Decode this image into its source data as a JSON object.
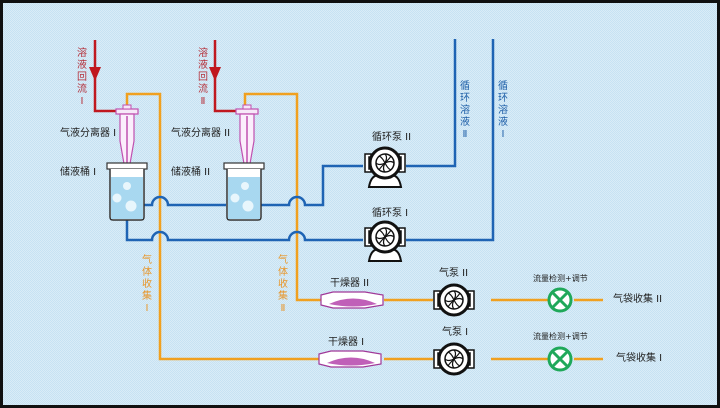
{
  "colors": {
    "background": "#c6e2f3",
    "reflux_line": "#c0181f",
    "liquid_line": "#1f64b4",
    "gas_line": "#f0a020",
    "separator": "#c050b0",
    "dryer_fill": "#c060b8",
    "flow_valve": "#1fa85a",
    "tank_liquid": "#a8d8f0"
  },
  "reflux": [
    {
      "id": "I",
      "text": "溶液回流Ⅰ"
    },
    {
      "id": "II",
      "text": "溶液回流Ⅱ"
    }
  ],
  "separators": [
    {
      "id": "I",
      "label": "气液分离器 I"
    },
    {
      "id": "II",
      "label": "气液分离器 II"
    }
  ],
  "tanks": [
    {
      "id": "I",
      "label": "储液桶 I"
    },
    {
      "id": "II",
      "label": "储液桶 II"
    }
  ],
  "circulation_pumps": [
    {
      "id": "II",
      "label": "循环泵 II"
    },
    {
      "id": "I",
      "label": "循环泵 I"
    }
  ],
  "circulation_solution": [
    {
      "id": "II",
      "text": "循环溶液Ⅱ"
    },
    {
      "id": "I",
      "text": "循环溶液Ⅰ"
    }
  ],
  "gas_collection": [
    {
      "id": "I",
      "text": "气体收集Ⅰ"
    },
    {
      "id": "II",
      "text": "气体收集Ⅱ"
    }
  ],
  "dryers": [
    {
      "id": "II",
      "label": "干燥器 II"
    },
    {
      "id": "I",
      "label": "干燥器 I"
    }
  ],
  "gas_pumps": [
    {
      "id": "II",
      "label": "气泵 II"
    },
    {
      "id": "I",
      "label": "气泵 I"
    }
  ],
  "flow_controls": [
    {
      "id": "II",
      "label": "流量检测+调节"
    },
    {
      "id": "I",
      "label": "流量检测+调节"
    }
  ],
  "gas_bags": [
    {
      "id": "II",
      "label": "气袋收集 II"
    },
    {
      "id": "I",
      "label": "气袋收集 I"
    }
  ]
}
